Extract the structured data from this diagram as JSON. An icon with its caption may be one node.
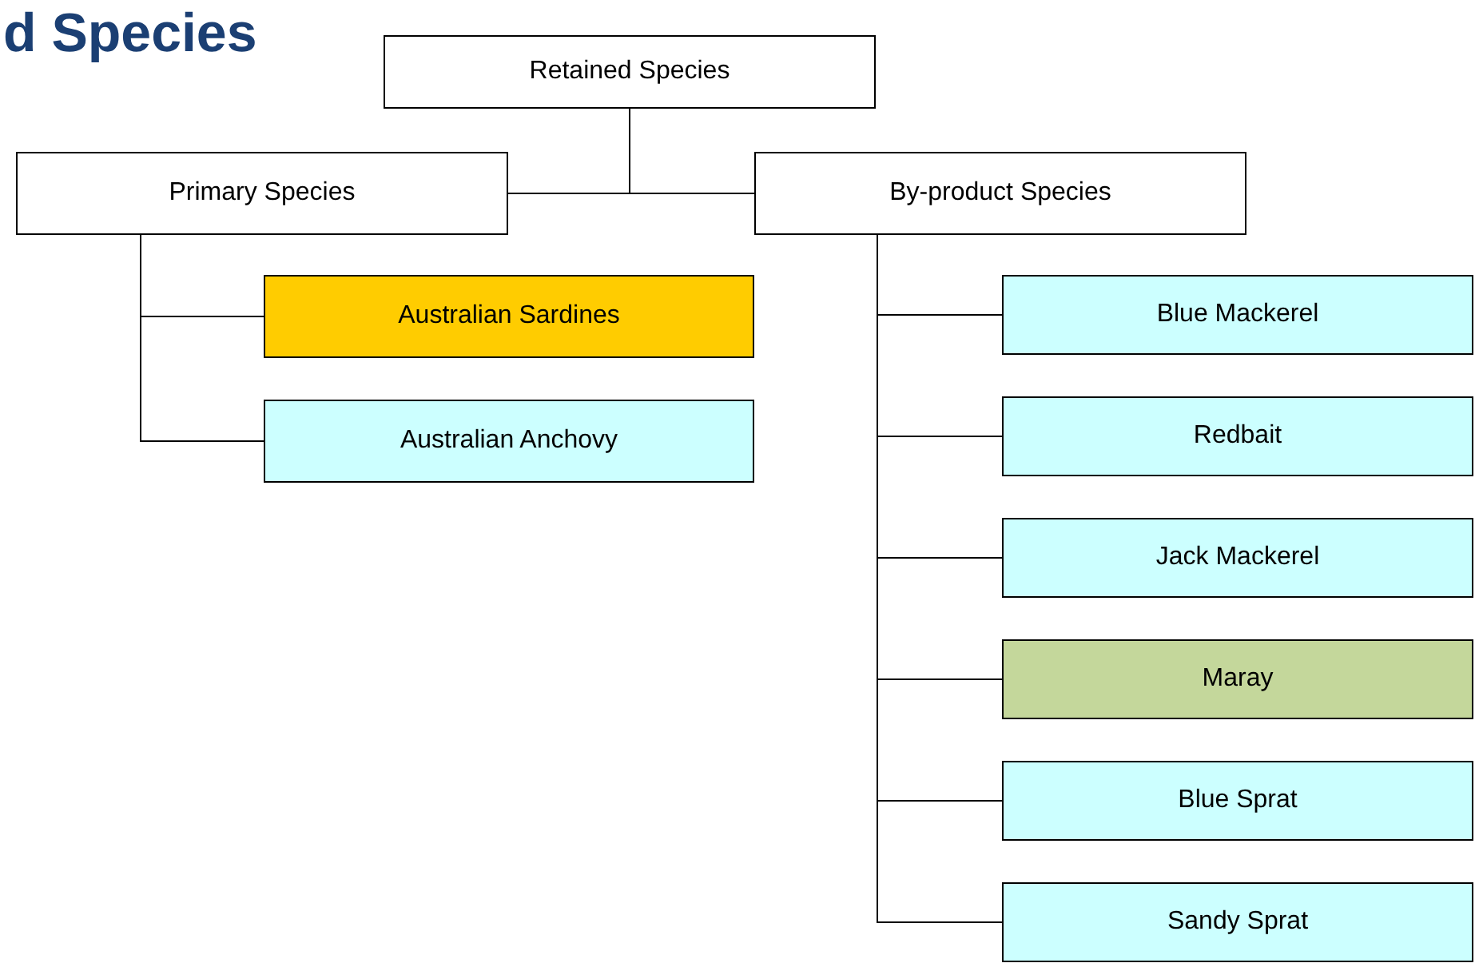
{
  "diagram": {
    "title": "d Species",
    "nodes": [
      {
        "text": [
          "Retained Species"
        ]
      },
      {
        "text": [
          "Primary Species"
        ]
      },
      {
        "text": [
          "By-product Species"
        ]
      },
      {
        "text": [
          "Australian Sardines"
        ]
      },
      {
        "text": [
          "Australian Anchovy"
        ]
      },
      {
        "text": [
          "Blue Mackerel"
        ]
      },
      {
        "text": [
          "Redbait"
        ]
      },
      {
        "text": [
          "Jack Mackerel"
        ]
      },
      {
        "text": [
          "Maray"
        ]
      },
      {
        "text": [
          "Blue Sprat"
        ]
      },
      {
        "text": [
          "Sandy Sprat"
        ]
      }
    ],
    "edges": [
      {
        "from": 0,
        "to": 1,
        "arrow": "none"
      },
      {
        "from": 0,
        "to": 2,
        "arrow": "none"
      },
      {
        "from": 1,
        "to": 3,
        "arrow": "none"
      },
      {
        "from": 1,
        "to": 4,
        "arrow": "none"
      },
      {
        "from": 2,
        "to": 5,
        "arrow": "none"
      },
      {
        "from": 2,
        "to": 6,
        "arrow": "none"
      },
      {
        "from": 2,
        "to": 7,
        "arrow": "none"
      },
      {
        "from": 2,
        "to": 8,
        "arrow": "none"
      },
      {
        "from": 2,
        "to": 9,
        "arrow": "none"
      },
      {
        "from": 2,
        "to": 10,
        "arrow": "none"
      }
    ]
  }
}
